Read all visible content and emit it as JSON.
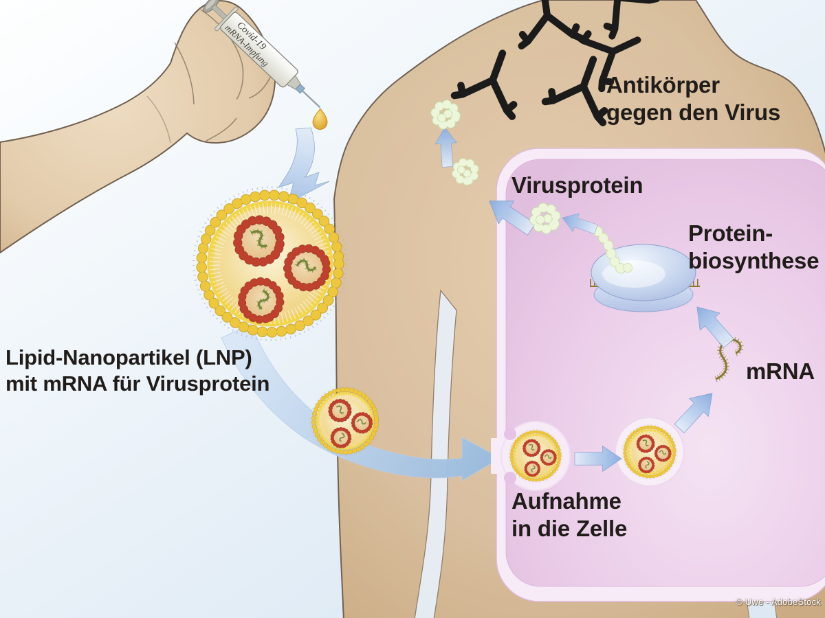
{
  "title": "mRNA-Impfung Wirkprinzip Schema",
  "labels": {
    "antibody": "Antikörper\ngegen den Virus",
    "virusprotein": "Virusprotein",
    "protein_biosynthesis": "Protein-\nbiosynthese",
    "mrna": "mRNA",
    "uptake": "Aufnahme\nin die Zelle",
    "lnp": "Lipid-Nanopartikel (LNP)\nmit mRNA für Virusprotein"
  },
  "syringe": {
    "label_line1": "Covid-19",
    "label_line2": "mRNA-Impfung"
  },
  "credit": "© Uwe - AdobeStock",
  "colors": {
    "background_blue": "#dfeaf5",
    "skin": "#d9c09f",
    "cell_pink": "#e8c7e6",
    "cell_border": "#f7ebf7",
    "arrow_blue": "#9fbfe2",
    "lnp_yellow": "#eec83c",
    "vesicle_red": "#c0402e",
    "protein_green": "#edf6db",
    "mrna_olive": "#8a7a2e",
    "antibody_black": "#1b1b1b",
    "drop_gold": "#d8991c"
  },
  "icons": {
    "syringe-icon": "syringe with plunger and needle",
    "droplet-icon": "golden vaccine drop",
    "lipid-nanoparticle-icon": "yellow beaded sphere with red mRNA vesicles",
    "antibody-icon": "black Y-shaped antibody",
    "ribosome-icon": "blue disc on mRNA strand",
    "protein-cluster-icon": "pale green bead cluster",
    "arrow-icon": "light blue gradient arrow"
  }
}
